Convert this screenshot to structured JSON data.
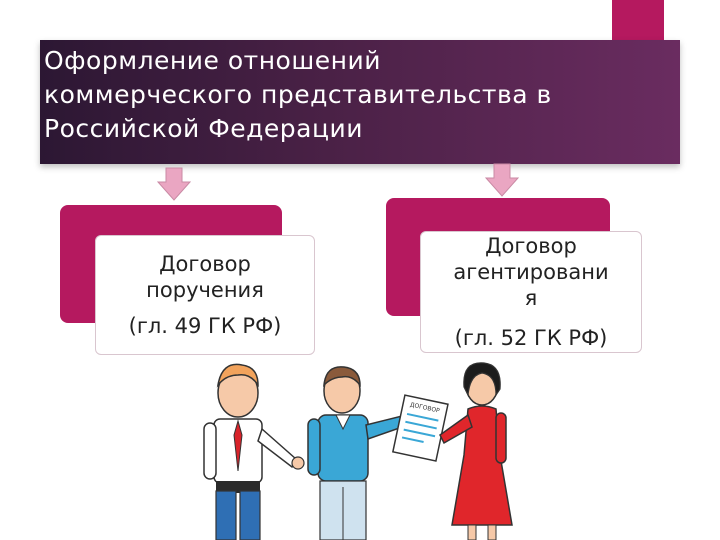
{
  "slide": {
    "title_lines": [
      "Оформление отношений",
      "коммерческого представительства в",
      "Российской Федерации"
    ]
  },
  "cards": [
    {
      "lines": [
        "Договор",
        "поручения"
      ],
      "reference": "(гл. 49 ГК РФ)"
    },
    {
      "lines": [
        "Договор",
        "агентировани",
        "я"
      ],
      "reference": "(гл. 52 ГК РФ)"
    }
  ],
  "illustration": {
    "document_label": "ДОГОВОР"
  },
  "colors": {
    "accent": "#b5195f",
    "title_band": "#4a2146",
    "arrow": "#e9a3c0"
  }
}
